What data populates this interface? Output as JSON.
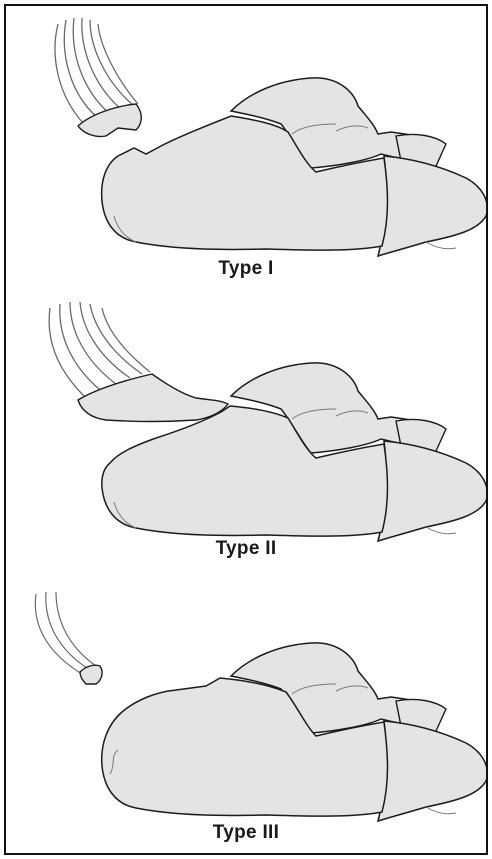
{
  "figure": {
    "panels": [
      {
        "label": "Type I"
      },
      {
        "label": "Type II"
      },
      {
        "label": "Type III"
      }
    ]
  },
  "colors": {
    "bone_fill": "#e4e4e4",
    "bone_stroke": "#1c1c1c",
    "tendon_stroke": "#6a6a6a",
    "frame": "#111111"
  }
}
